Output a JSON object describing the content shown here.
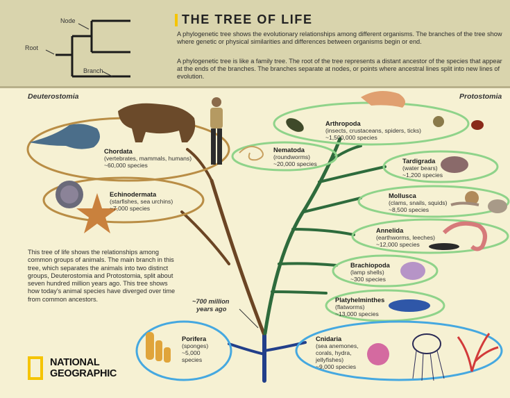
{
  "header": {
    "title": "THE TREE OF LIFE",
    "paragraph1": "A phylogenetic tree shows the evolutionary relationships among different organisms. The branches of the tree show where genetic or physical similarities and differences between organisms begin or end.",
    "paragraph2": "A phylogenetic tree is like a family tree. The root of the tree represents a distant ancestor of the species that appear at the ends of the branches. The branches separate at nodes, or points where ancestral lines split into new lines of evolution.",
    "legend": {
      "node": "Node",
      "root": "Root",
      "branch": "Branch"
    }
  },
  "sides": {
    "left": "Deuterostomia",
    "right": "Protostomia"
  },
  "groups": {
    "chordata": {
      "name": "Chordata",
      "desc": "(vertebrates, mammals, humans)",
      "count": "~60,000 species"
    },
    "echinodermata": {
      "name": "Echinodermata",
      "desc": "(starfishes, sea urchins)",
      "count": "~7,000 species"
    },
    "arthropoda": {
      "name": "Arthropoda",
      "desc": "(insects, crustaceans, spiders, ticks)",
      "count": "~1,500,000 species"
    },
    "nematoda": {
      "name": "Nematoda",
      "desc": "(roundworms)",
      "count": "~20,000 species"
    },
    "tardigrada": {
      "name": "Tardigrada",
      "desc": "(water bears)",
      "count": "~1,200 species"
    },
    "mollusca": {
      "name": "Mollusca",
      "desc": "(clams, snails, squids)",
      "count": "~8,500 species"
    },
    "annelida": {
      "name": "Annelida",
      "desc": "(earthworms, leeches)",
      "count": "~12,000 species"
    },
    "brachiopoda": {
      "name": "Brachiopoda",
      "desc": "(lamp shells)",
      "count": "~300 species"
    },
    "platyhelminthes": {
      "name": "Platyhelminthes",
      "desc": "(flatworms)",
      "count": "~13,000 species"
    },
    "porifera": {
      "name": "Porifera",
      "desc": "(sponges)",
      "count": "~5,000",
      "count2": "species"
    },
    "cnidaria": {
      "name": "Cnidaria",
      "desc": "(sea anemones,",
      "desc2": "corals, hydra,",
      "desc3": "jellyfishes)",
      "count": "~9,000 species"
    }
  },
  "note": "This tree of life shows the relationships among common groups of animals. The main branch in this tree, which separates the animals into two distinct groups, Deuterostomia and Protostomia, split about seven hundred million years ago. This tree shows how today's animal species have diverged over time from common ancestors.",
  "time_label": {
    "line1": "~700 million",
    "line2": "years ago"
  },
  "logo": {
    "line1": "NATIONAL",
    "line2": "GEOGRAPHIC"
  },
  "colors": {
    "header_bg": "#d9d4ad",
    "body_bg": "#f6f1d3",
    "accent_yellow": "#f5c400",
    "deuterostome_branch": "#6b4524",
    "protostome_branch": "#2e6b3c",
    "root_branch": "#223f8a",
    "green_oval": "#8fd38a",
    "brown_oval": "#b98d45",
    "blue_oval": "#45a8e0"
  }
}
